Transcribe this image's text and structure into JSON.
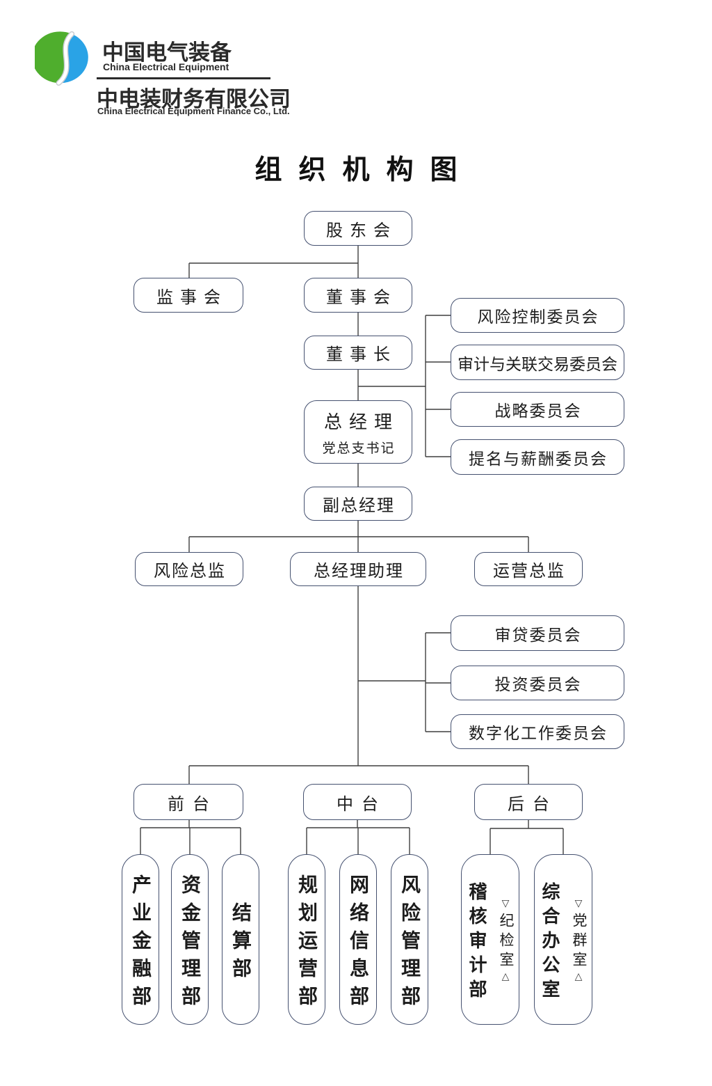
{
  "header": {
    "brand_cn": "中国电气装备",
    "brand_en": "China Electrical Equipment",
    "company_cn": "中电装财务有限公司",
    "company_en": "China Electrical Equipment Finance Co., Ltd.",
    "logo_green": "#4fae2d",
    "logo_blue": "#2aa3e6"
  },
  "page": {
    "title_text": "组织机构图"
  },
  "org": {
    "shareholders": "股东会",
    "supervisors": "监事会",
    "board": "董事会",
    "chairman": "董事长",
    "gm_title": "总经理",
    "gm_subtitle": "党总支书记",
    "deputy_gm": "副总经理",
    "risk_director": "风险总监",
    "gm_assistant": "总经理助理",
    "ops_director": "运营总监",
    "board_committees": [
      "风险控制委员会",
      "审计与关联交易委员会",
      "战略委员会",
      "提名与薪酬委员会"
    ],
    "mgmt_committees": [
      "审贷委员会",
      "投资委员会",
      "数字化工作委员会"
    ],
    "front_office": "前台",
    "middle_office": "中台",
    "back_office": "后台",
    "front_depts": [
      "产业金融部",
      "资金管理部",
      "结算部"
    ],
    "middle_depts": [
      "规划运营部",
      "网络信息部",
      "风险管理部"
    ],
    "back_depts": [
      {
        "name": "稽核审计部",
        "sub": "纪检室"
      },
      {
        "name": "综合办公室",
        "sub": "党群室"
      }
    ],
    "paren_open": "▽",
    "paren_close": "△"
  }
}
